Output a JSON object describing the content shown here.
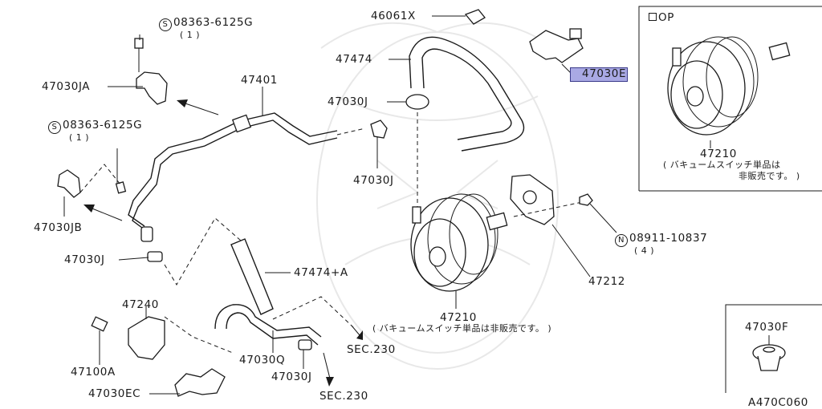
{
  "labels": {
    "bolt_code_1": "08363-6125G",
    "bolt_qty_1": "( 1 )",
    "bolt_code_2": "08363-6125G",
    "bolt_qty_2": "( 1 )",
    "p47030JA": "47030JA",
    "p47030JB": "47030JB",
    "p47401": "47401",
    "p46061X": "46061X",
    "p47474": "47474",
    "p47030J_top": "47030J",
    "p47030J_mid": "47030J",
    "p47030J_left": "47030J",
    "p47030J_bottom": "47030J",
    "p47030E": "47030E",
    "p47474A": "47474+A",
    "p47240": "47240",
    "p47100A": "47100A",
    "p47030EC": "47030EC",
    "p47030Q": "47030Q",
    "sec230_1": "SEC.230",
    "sec230_2": "SEC.230",
    "p47210_main": "47210",
    "note_main": "( バキュームスイッチ単品は非販売です。 )",
    "p47212": "47212",
    "nut_code": "08911-10837",
    "nut_qty": "( 4 )",
    "inset_option": "OP",
    "p47210_inset": "47210",
    "note_inset_line1": "( バキュームスイッチ単品は",
    "note_inset_line2": "非販売です。 )",
    "p47030F": "47030F",
    "diagram_code": "A470C060"
  },
  "symbols": {
    "s_mark": "S",
    "n_mark": "N"
  },
  "highlighted_part": "47030E",
  "highlight_color": "#a9a9e4"
}
